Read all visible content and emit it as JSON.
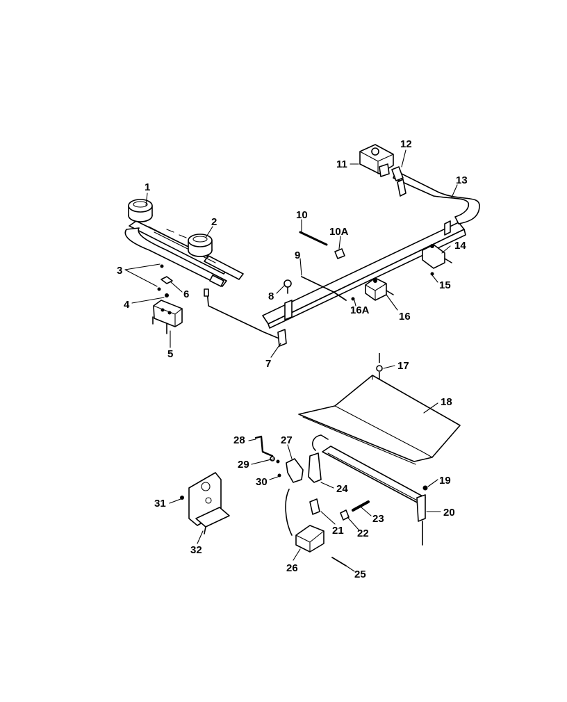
{
  "labels": {
    "l1": "1",
    "l2": "2",
    "l3": "3",
    "l4": "4",
    "l5": "5",
    "l6": "6",
    "l7": "7",
    "l8": "8",
    "l9": "9",
    "l10": "10",
    "l10a": "10A",
    "l11": "11",
    "l12": "12",
    "l13": "13",
    "l14": "14",
    "l15": "15",
    "l16": "16",
    "l16a": "16A",
    "l17": "17",
    "l18": "18",
    "l19": "19",
    "l20": "20",
    "l21": "21",
    "l22": "22",
    "l23": "23",
    "l24": "24",
    "l25": "25",
    "l26": "26",
    "l27": "27",
    "l28": "28",
    "l29": "29",
    "l30": "30",
    "l31": "31",
    "l32": "32"
  }
}
